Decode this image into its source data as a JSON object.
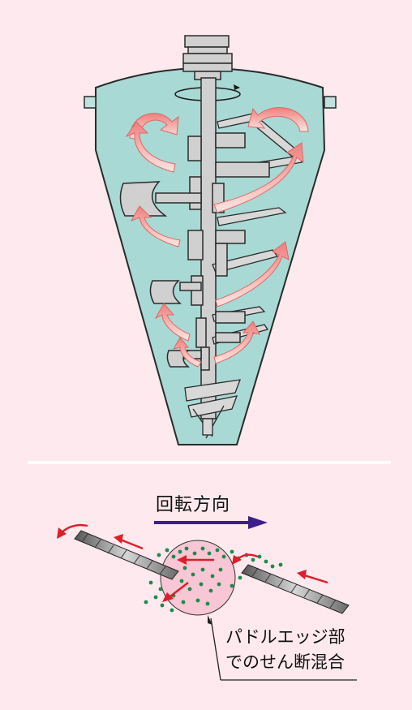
{
  "rotation_label": "回転方向",
  "caption": {
    "line1": "パドルエッジ部",
    "line2": "でのせん断混合"
  },
  "colors": {
    "background": "#fde9ee",
    "vessel_fill": "#a9d9d4",
    "metal": "#d0d0d0",
    "flow_arrow": "#f08a88",
    "direction_arrow": "#3d1f8a",
    "particle": "#1e8a4c",
    "red_arrow": "#dd1f2a",
    "zone": "#f8c6d4"
  }
}
